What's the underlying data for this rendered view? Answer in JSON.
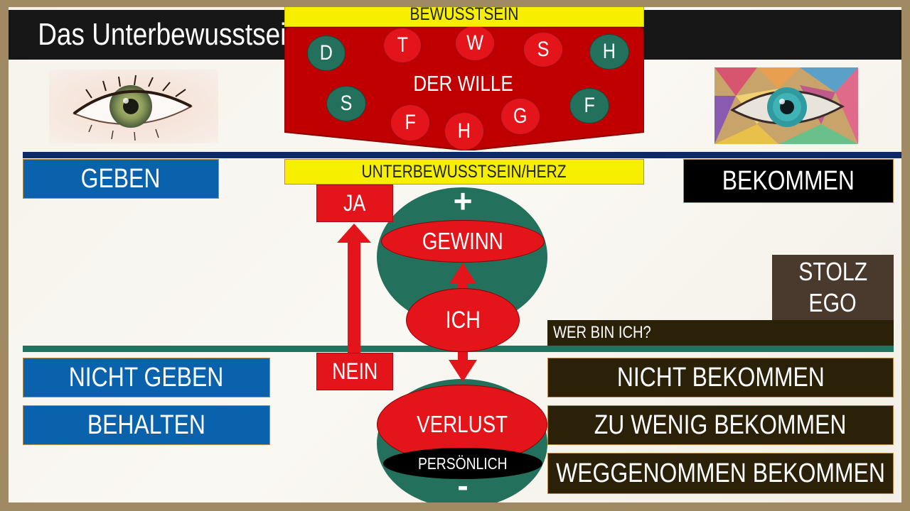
{
  "title": "Das Unterbewusstsein",
  "top_panel": {
    "bewusstsein": "BEWUSSTSEIN",
    "der_wille": "DER WILLE",
    "letters": [
      {
        "char": "D",
        "color": "green"
      },
      {
        "char": "T",
        "color": "red"
      },
      {
        "char": "W",
        "color": "red"
      },
      {
        "char": "S",
        "color": "red"
      },
      {
        "char": "H",
        "color": "green"
      },
      {
        "char": "S",
        "color": "green"
      },
      {
        "char": "F",
        "color": "red"
      },
      {
        "char": "H",
        "color": "red"
      },
      {
        "char": "G",
        "color": "red"
      },
      {
        "char": "F",
        "color": "green"
      }
    ],
    "unterbewusstsein": "UNTERBEWUSSTSEIN/HERZ"
  },
  "left": {
    "geben": "GEBEN",
    "nicht_geben": "NICHT GEBEN",
    "behalten": "BEHALTEN"
  },
  "right": {
    "bekommen": "BEKOMMEN",
    "stolz": "STOLZ",
    "ego": "EGO",
    "wer_bin_ich": "WER BIN ICH?",
    "nicht_bekommen": "NICHT BEKOMMEN",
    "zu_wenig_bekommen": "ZU WENIG BEKOMMEN",
    "weggenommen_bekommen": "WEGGENOMMEN BEKOMMEN"
  },
  "center": {
    "ja": "JA",
    "nein": "NEIN",
    "plus": "+",
    "minus": "-",
    "gewinn": "GEWINN",
    "ich": "ICH",
    "verlust": "VERLUST",
    "persoenlich": "PERSÖNLICH"
  },
  "colors": {
    "red": "#e4141b",
    "dark_red": "#c00000",
    "green": "#23705c",
    "blue": "#0a62ad",
    "navy": "#0b2a66",
    "yellow": "#f6f000",
    "dark_brown": "#2b2108",
    "stolz_brown": "#4a3a2e"
  }
}
